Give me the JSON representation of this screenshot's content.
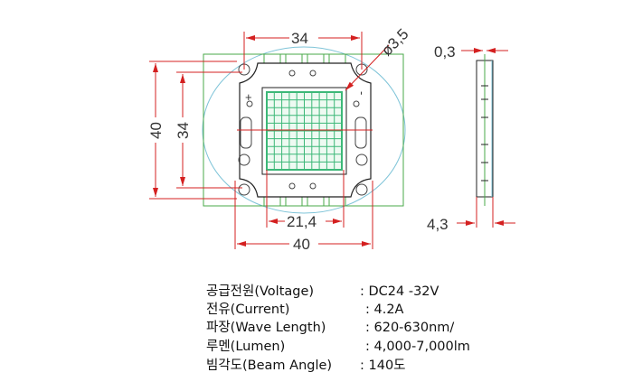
{
  "drawing": {
    "dims": {
      "top_34": "34",
      "hole": "ø3,5",
      "left_40": "40",
      "left_34": "34",
      "bottom_21": "21,4",
      "bottom_40": "40",
      "thick_03": "0,3",
      "thick_43": "4,3",
      "plus": "+",
      "minus": "-"
    },
    "colors": {
      "dim": "#d42020",
      "outline": "#222222",
      "pcb": "#4aa84a",
      "ring": "#7fc4d8",
      "led": "#3cb878"
    }
  },
  "specs": [
    {
      "label": "공급전원(Voltage)",
      "value": ": DC24 -32V"
    },
    {
      "label": "전유(Current)",
      "value": ": 4.2A"
    },
    {
      "label": "파장(Wave Length)",
      "value": ": 620-630nm/"
    },
    {
      "label": "루멘(Lumen)",
      "value": ": 4,000-7,000lm"
    },
    {
      "label": "빔각도(Beam Angle)",
      "value": ": 140도"
    }
  ]
}
